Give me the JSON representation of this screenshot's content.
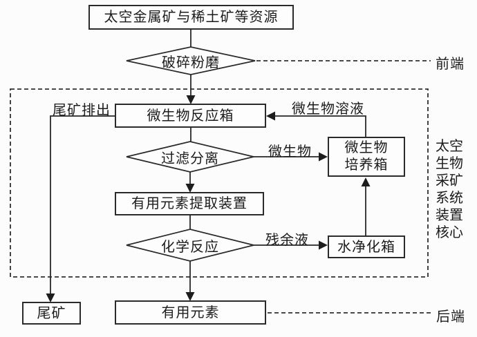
{
  "flow": {
    "source_box": "太空金属矿与稀土矿等资源",
    "crush_diamond": "破碎粉磨",
    "front_end": "前端",
    "tailings_out_label": "尾矿排出",
    "reaction_box": "微生物反应箱",
    "solution_label": "微生物溶液",
    "filter_diamond": "过滤分离",
    "microbe_label": "微生物",
    "culture_box_line1": "微生物",
    "culture_box_line2": "培养箱",
    "extract_box": "有用元素提取装置",
    "chem_diamond": "化学反应",
    "residual_label": "残余液",
    "purify_box": "水净化箱",
    "tailings_box": "尾矿",
    "useful_box": "有用元素",
    "back_end": "后端",
    "side_caption": [
      "太空",
      "生物",
      "采矿",
      "系统",
      "装置",
      "核心"
    ]
  },
  "colors": {
    "line": "#262626",
    "background": "#fcfcfc"
  }
}
